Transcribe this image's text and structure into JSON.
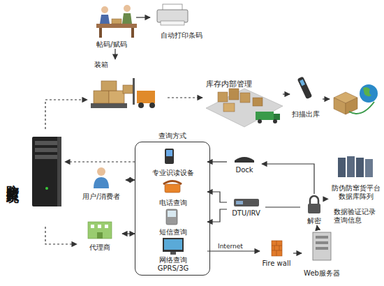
{
  "diagram": {
    "nodes": [
      {
        "text": [
          "帖码/赋码"
        ]
      },
      {
        "text": [
          "自动打印条码"
        ]
      },
      {
        "text": [
          "装箱"
        ]
      },
      {
        "text": [
          "库存内部管理"
        ]
      },
      {
        "text": [
          "扫描出库"
        ]
      },
      {
        "text": [
          "防窜货系统"
        ]
      },
      {
        "text": [
          "查询方式"
        ]
      },
      {
        "text": [
          "专业识读设备"
        ],
        "in": 6
      },
      {
        "text": [
          "电话查询"
        ],
        "in": 6
      },
      {
        "text": [
          "短信查询"
        ],
        "in": 6
      },
      {
        "text": [
          "网络查询 GPRS/3G"
        ],
        "in": 6
      },
      {
        "text": [
          "用户/消费者"
        ]
      },
      {
        "text": [
          "代理商"
        ]
      },
      {
        "text": [
          "Dock"
        ]
      },
      {
        "text": [
          "DTU/IRV"
        ]
      },
      {
        "text": [
          "解密"
        ]
      },
      {
        "text": [
          "Fire wall"
        ]
      },
      {
        "text": [
          "Web服务器"
        ]
      },
      {
        "text": [
          "防伪防窜货平台 数据库阵列"
        ]
      }
    ],
    "edges": [
      {
        "from": 0,
        "to": 1,
        "arrow": "to"
      },
      {
        "from": 0,
        "to": 2,
        "arrow": "to"
      },
      {
        "from": 2,
        "to": 3,
        "arrow": "to"
      },
      {
        "from": 3,
        "to": 4,
        "arrow": "to"
      },
      {
        "from": 5,
        "to": 2,
        "arrow": "to"
      },
      {
        "from": 6,
        "to": 5,
        "arrow": "to"
      },
      {
        "from": 11,
        "to": 6,
        "arrow": "both"
      },
      {
        "from": 12,
        "to": 6,
        "arrow": "both"
      },
      {
        "from": 5,
        "to": 12,
        "arrow": "to"
      },
      {
        "from": 13,
        "to": 7,
        "arrow": "to"
      },
      {
        "from": 15,
        "to": 13,
        "arrow": "to"
      },
      {
        "from": 14,
        "to": 8,
        "arrow": "to"
      },
      {
        "from": 14,
        "to": 9,
        "arrow": "to"
      },
      {
        "from": 14,
        "to": 15,
        "arrow": "none"
      },
      {
        "from": 10,
        "to": 16,
        "label": "Internet",
        "arrow": "to"
      },
      {
        "from": 16,
        "to": 17,
        "arrow": "to"
      },
      {
        "from": 17,
        "to": 15,
        "arrow": "to"
      },
      {
        "from": 15,
        "to": 18,
        "arrow": "to"
      }
    ],
    "labels": [
      "数据验证记录查询信息"
    ]
  }
}
